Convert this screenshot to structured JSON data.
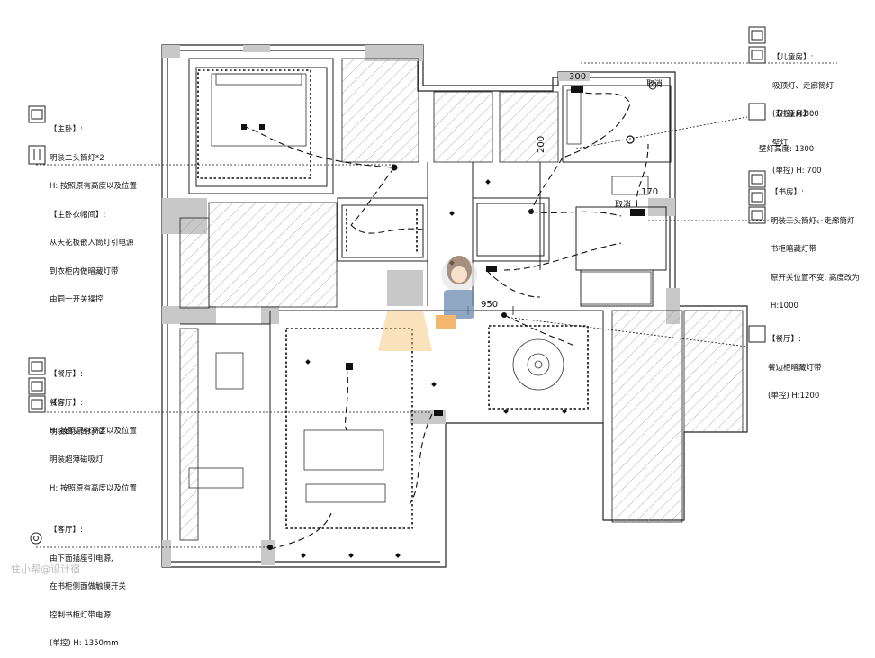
{
  "notes": {
    "master_bedroom": {
      "title": "【主卧】:",
      "lines": [
        "明装二头筒灯*2",
        "H: 按照原有高度以及位置"
      ],
      "closet_title": "【主卧衣帽间】:",
      "closet_lines": [
        "从天花板嵌入筒灯引电源",
        "到衣柜内做暗藏灯带",
        "由同一开关操控"
      ]
    },
    "kids_room_1": {
      "title": "【儿童房】:",
      "lines": [
        "吸顶灯、走廊筒灯",
        "(双控) H:800"
      ]
    },
    "kids_room_2": {
      "title": "【儿童房】:",
      "lines": [
        "壁灯",
        "(单控) H: 700"
      ]
    },
    "wall_lamp_height": "壁灯高度: 1300",
    "study": {
      "title": "【书房】:",
      "lines": [
        "明装三头筒灯、走廊筒灯",
        "书柜暗藏灯带",
        "原开关位置不变, 高度改为",
        "H:1000"
      ]
    },
    "dining_right": {
      "title": "【餐厅】:",
      "lines": [
        "餐边柜暗藏灯带",
        "(单控) H:1200"
      ]
    },
    "dining_left": {
      "title": "【餐厅】:",
      "lines": [
        "餐灯",
        "H: 按照原有高度以及位置"
      ]
    },
    "living_room": {
      "title": "【客厅】:",
      "lines": [
        "明装四头筒灯*2",
        "明装超薄磁吸灯",
        "H: 按照原有高度以及位置"
      ]
    },
    "living_room_bottom": {
      "title": "【客厅】:",
      "lines": [
        "由下面插座引电源,",
        "在书柜侧面做触摸开关",
        "控制书柜灯带电源",
        "(单控) H: 1350mm"
      ]
    }
  },
  "dimensions": {
    "d300": "300",
    "d200": "200",
    "d170": "170",
    "d950": "950"
  },
  "tags": {
    "cancel_1": "取消",
    "cancel_2": "取消"
  },
  "watermark": "住小帮@设计宿",
  "colors": {
    "line": "#222222",
    "hatch": "#9a9a9a",
    "wall_fill": "#c8c8c8",
    "mascot": "#f0a040"
  }
}
